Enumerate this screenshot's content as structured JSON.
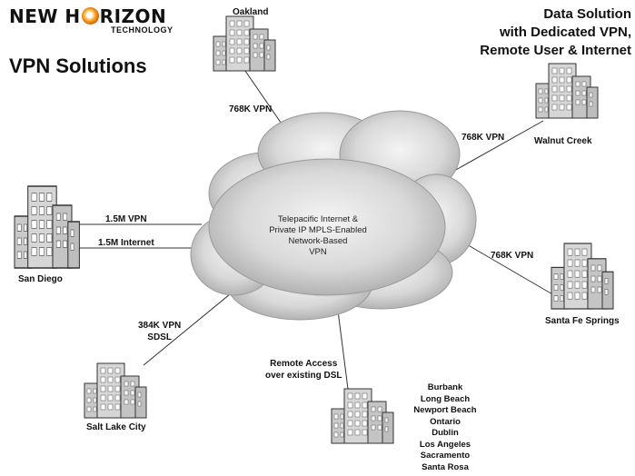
{
  "brand": {
    "logo_pre": "NEW H",
    "logo_post": "RIZON",
    "logo_sub": "TECHNOLOGY"
  },
  "title": "VPN Solutions",
  "header_right": [
    "Data Solution",
    "with Dedicated VPN,",
    "Remote User & Internet"
  ],
  "cloud": {
    "lines": [
      "Telepacific Internet &",
      "Private IP MPLS-Enabled",
      "Network-Based",
      "VPN"
    ]
  },
  "sites": {
    "oakland": "Oakland",
    "walnut_creek": "Walnut Creek",
    "san_diego": "San Diego",
    "santa_fe_springs": "Santa Fe Springs",
    "salt_lake_city": "Salt Lake City"
  },
  "links": {
    "oakland": "768K VPN",
    "walnut_creek": "768K VPN",
    "san_diego_vpn": "1.5M VPN",
    "san_diego_internet": "1.5M Internet",
    "santa_fe_springs": "768K VPN",
    "salt_lake_city": [
      "384K VPN",
      "SDSL"
    ],
    "remote": [
      "Remote Access",
      "over existing DSL"
    ]
  },
  "remote_cities": [
    "Burbank",
    "Long Beach",
    "Newport Beach",
    "Ontario",
    "Dublin",
    "Los Angeles",
    "Sacramento",
    "Santa Rosa"
  ]
}
